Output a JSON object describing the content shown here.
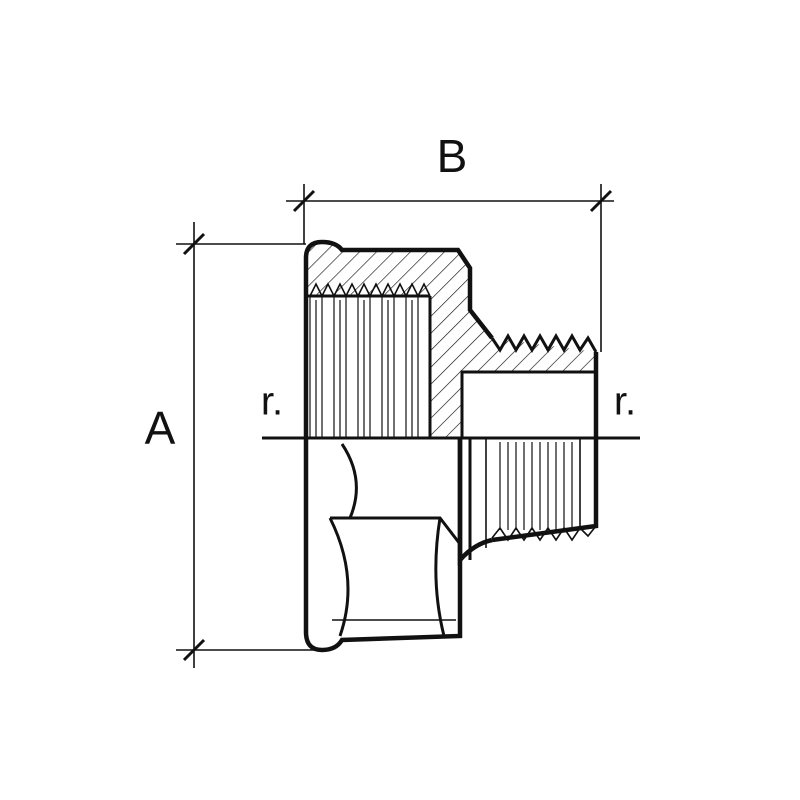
{
  "labels": {
    "overall_height": "A",
    "overall_length": "B",
    "thread_left": "r.",
    "thread_right": "r."
  },
  "colors": {
    "ink": "#111111",
    "background": "#ffffff"
  }
}
